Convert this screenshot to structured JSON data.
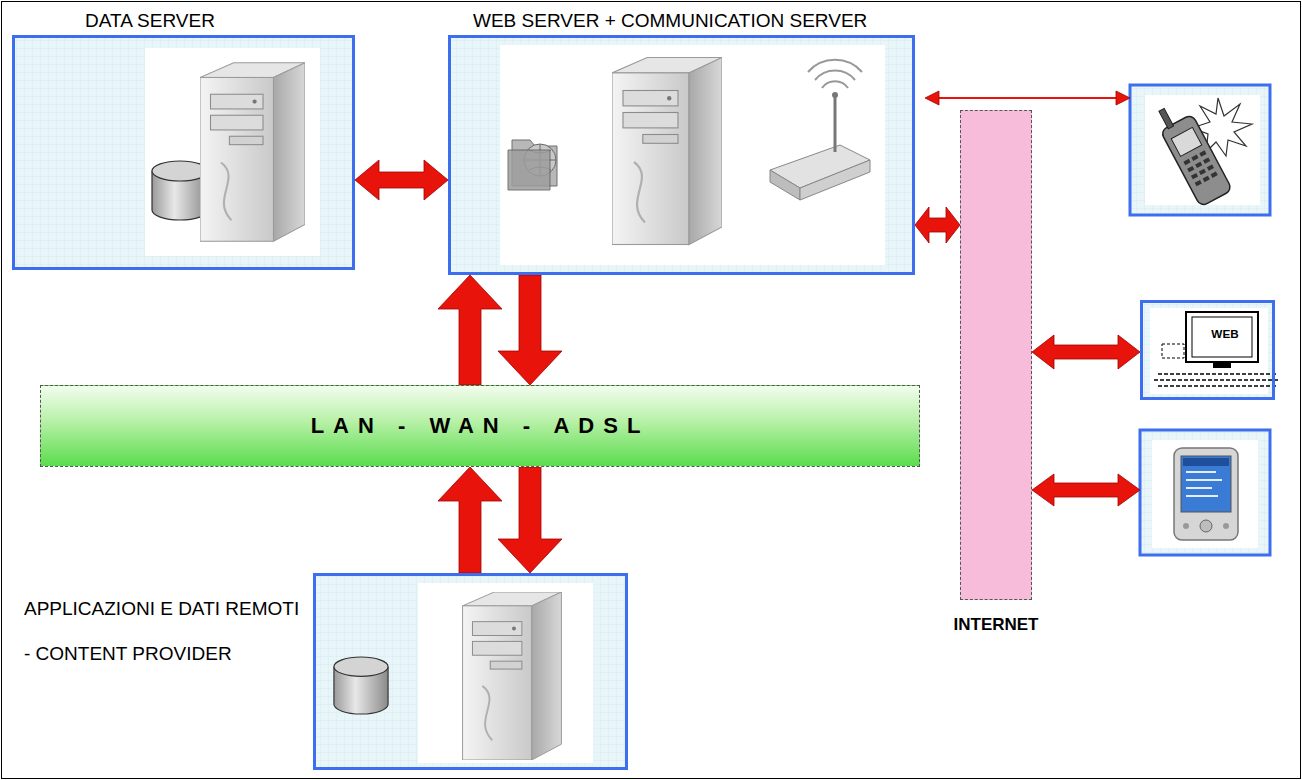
{
  "diagram": {
    "nodes": [
      {
        "text": [
          "DATA SERVER"
        ]
      },
      {
        "text": [
          "WEB SERVER + COMMUNICATION SERVER"
        ]
      },
      {
        "text": [
          "WEB"
        ]
      },
      {
        "text": [
          "LAN - WAN - ADSL"
        ]
      },
      {
        "text": [
          "INTERNET"
        ]
      },
      {
        "text": [
          "APPLICAZIONI E DATI REMOTI - CONTENT PROVIDER"
        ]
      }
    ],
    "edges": [
      {
        "from": 0,
        "to": 1,
        "arrow": "both"
      },
      {
        "from": 1,
        "to": 4,
        "arrow": "both"
      },
      {
        "from": 3,
        "to": 1,
        "arrow": "to"
      },
      {
        "from": 1,
        "to": 3,
        "arrow": "to"
      },
      {
        "from": 5,
        "to": 3,
        "arrow": "to"
      },
      {
        "from": 3,
        "to": 5,
        "arrow": "to"
      },
      {
        "from": 4,
        "to": 2,
        "arrow": "both"
      }
    ]
  }
}
